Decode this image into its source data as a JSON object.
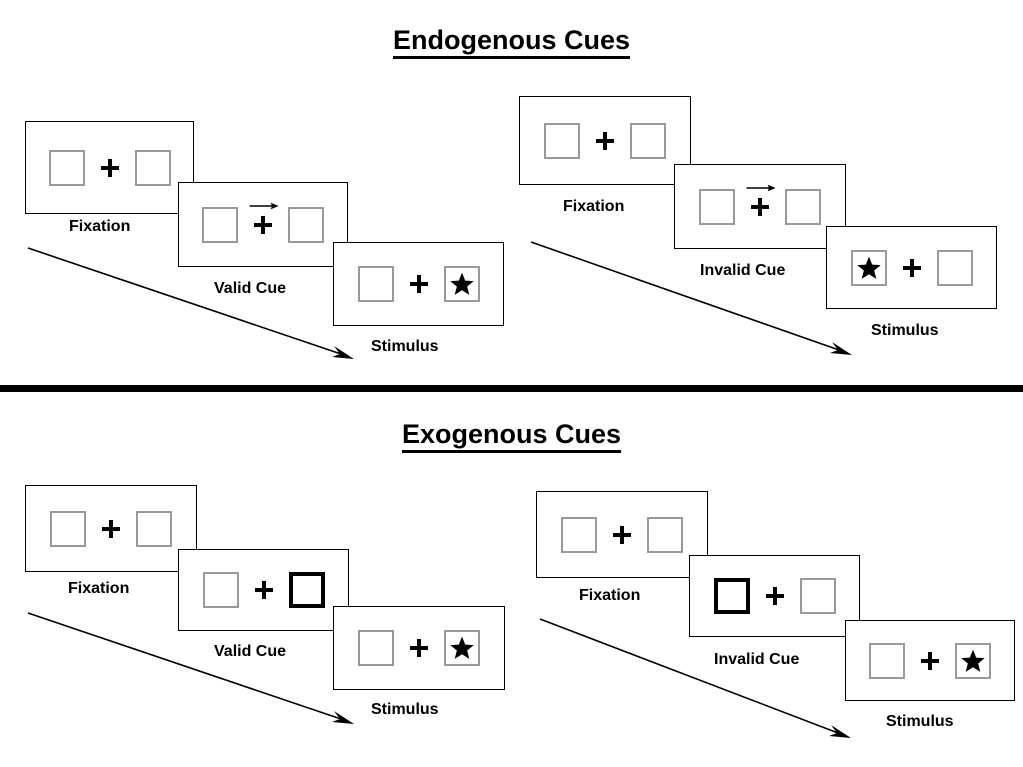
{
  "figure": {
    "sections": [
      {
        "id": "endogenous",
        "title": "Endogenous Cues",
        "sequences": [
          {
            "id": "endogenous-valid",
            "frames": [
              {
                "label": "Fixation",
                "left_box": "empty",
                "right_box": "empty",
                "cue": "none"
              },
              {
                "label": "Valid Cue",
                "left_box": "empty",
                "right_box": "empty",
                "cue": "arrow-right"
              },
              {
                "label": "Stimulus",
                "left_box": "empty",
                "right_box": "star",
                "cue": "none"
              }
            ]
          },
          {
            "id": "endogenous-invalid",
            "frames": [
              {
                "label": "Fixation",
                "left_box": "empty",
                "right_box": "empty",
                "cue": "none"
              },
              {
                "label": "Invalid Cue",
                "left_box": "empty",
                "right_box": "empty",
                "cue": "arrow-right"
              },
              {
                "label": "Stimulus",
                "left_box": "star",
                "right_box": "empty",
                "cue": "none"
              }
            ]
          }
        ]
      },
      {
        "id": "exogenous",
        "title": "Exogenous Cues",
        "sequences": [
          {
            "id": "exogenous-valid",
            "frames": [
              {
                "label": "Fixation",
                "left_box": "empty",
                "right_box": "empty",
                "cue": "none"
              },
              {
                "label": "Valid Cue",
                "left_box": "empty",
                "right_box": "highlight",
                "cue": "none"
              },
              {
                "label": "Stimulus",
                "left_box": "empty",
                "right_box": "star",
                "cue": "none"
              }
            ]
          },
          {
            "id": "exogenous-invalid",
            "frames": [
              {
                "label": "Fixation",
                "left_box": "empty",
                "right_box": "empty",
                "cue": "none"
              },
              {
                "label": "Invalid Cue",
                "left_box": "highlight",
                "right_box": "empty",
                "cue": "none"
              },
              {
                "label": "Stimulus",
                "left_box": "empty",
                "right_box": "star",
                "cue": "none"
              }
            ]
          }
        ]
      }
    ],
    "icons": {
      "fixation_cross": "plus-icon",
      "directional_cue": "arrow-right-icon",
      "target": "star-icon",
      "time_flow": "time-flow-arrow-icon"
    },
    "colors": {
      "panel_border": "#000000",
      "box_border": "#9a9a9a",
      "cued_box_border": "#000000",
      "glyph": "#000000",
      "background": "#ffffff",
      "divider": "#000000"
    }
  }
}
